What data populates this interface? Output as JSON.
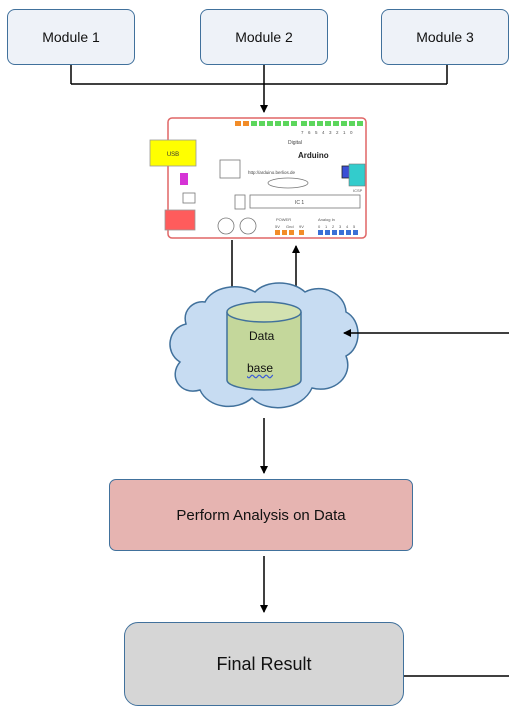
{
  "modules": [
    {
      "label": "Module 1"
    },
    {
      "label": "Module 2"
    },
    {
      "label": "Module 3"
    }
  ],
  "arduino": {
    "brand": "Arduino",
    "url": "http://arduino.berlios.de",
    "usb": "USB",
    "digital": "Digital",
    "ic": "IC 1",
    "icsp": "ICSP",
    "power": "POWER",
    "analog_in": "Analog In",
    "power_pins": [
      "5V",
      "Gnd",
      "9V"
    ],
    "analog_pins": [
      "0",
      "1",
      "2",
      "3",
      "4",
      "5"
    ],
    "digital_pins": [
      "7",
      "6",
      "5",
      "4",
      "3",
      "2",
      "1",
      "0"
    ]
  },
  "database": {
    "line1": "Data",
    "line2": "base"
  },
  "analysis": {
    "label": "Perform Analysis on Data"
  },
  "result": {
    "label": "Final Result"
  },
  "colors": {
    "box_border": "#41719c",
    "module_fill": "#eef2f8",
    "cloud_fill": "#c7dcf2",
    "cylinder_fill": "#c4d79b",
    "analysis_fill": "#e6b4b1",
    "result_fill": "#d6d6d6",
    "board_border": "#e06666"
  }
}
